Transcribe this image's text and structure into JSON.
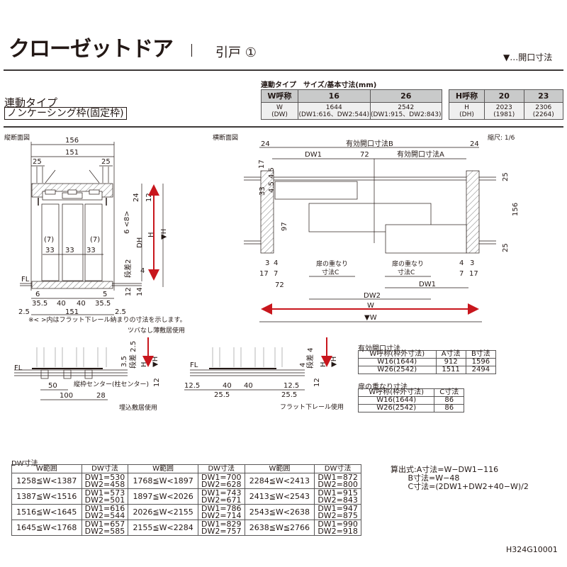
{
  "header": {
    "title": "クローゼットドア",
    "subtitle": "引戸 ①",
    "legend": "▼…開口寸法",
    "type_label": "連動タイプ",
    "frame_label": "ノンケーシング枠(固定枠)"
  },
  "size_table": {
    "caption": "連動タイプ　サイズ/基本寸法(mm)",
    "w": {
      "header": [
        "W呼称",
        "16",
        "26"
      ],
      "row_label": [
        "W",
        "(DW)"
      ],
      "values": [
        [
          "1644",
          "(DW1:616、DW2:544)"
        ],
        [
          "2542",
          "(DW1:915、DW2:843)"
        ]
      ]
    },
    "h": {
      "header": [
        "H呼称",
        "20",
        "23"
      ],
      "row_label": [
        "H",
        "(DH)"
      ],
      "values": [
        [
          "2023",
          "(1981)"
        ],
        [
          "2306",
          "(2264)"
        ]
      ]
    }
  },
  "vertical_section": {
    "title": "縦断面図",
    "dims": {
      "top_outer": "156",
      "top_inner": "151",
      "left_25": "25",
      "right_25": "25",
      "d24": "24",
      "d12": "12",
      "d6_8": "6 <8>",
      "dh": "DH",
      "h": "H",
      "vh": "▼H",
      "step": "段差2",
      "d4": "4",
      "p7a": "(7)",
      "p7b": "(7)",
      "t33a": "33",
      "t33b": "33",
      "t33c": "33",
      "fl": "FL",
      "b6": "6",
      "b5": "5",
      "b355a": "35.5",
      "b40a": "40",
      "b40b": "40",
      "b355b": "35.5",
      "b12": "12",
      "b14": "14",
      "w25a": "2.5",
      "w151": "151",
      "w25b": "2.5"
    },
    "note": "※< >内はフラット下レール納まりの寸法を示します。"
  },
  "horizontal_section": {
    "title": "横断面図",
    "scale": "縮尺: 1/6",
    "dims": {
      "l24": "24",
      "effB": "有効開口寸法B",
      "r24": "24",
      "dw1_top": "DW1",
      "d72_top": "72",
      "effA": "有効開口寸法A",
      "d17": "17",
      "d45a": "4.5",
      "d33": "33",
      "d45b": "4.5",
      "d97": "97",
      "r25a": "25",
      "r156": "156",
      "r25b": "25",
      "l3": "3",
      "l4": "4",
      "l17": "17",
      "l7": "7",
      "l72": "72",
      "ovl_a1": "扉の重なり",
      "ovl_a2": "寸法C",
      "ovl_b1": "扉の重なり",
      "ovl_b2": "寸法C",
      "dw1_bot": "DW1",
      "dw2": "DW2",
      "r4": "4",
      "r3": "3",
      "r7": "7",
      "r17": "17",
      "w": "W",
      "vw": "▼W"
    }
  },
  "sill_details": {
    "note_top": "ツバなし薄敷居使用",
    "left": {
      "fl": "FL",
      "d35": "3.5",
      "step": "段差 2.5",
      "h": "H",
      "vh": "▼H",
      "d12": "12",
      "d50": "50",
      "center": "縦枠センター(柱センター)",
      "d100": "100",
      "d28": "28",
      "caption": "埋込敷居使用"
    },
    "right": {
      "fl": "FL",
      "d4": "4",
      "step": "段差 4",
      "h": "H",
      "vh": "▼H",
      "d12": "12",
      "d125a": "12.5",
      "d40a": "40",
      "d40b": "40",
      "d125b": "12.5",
      "d255a": "25.5",
      "d255b": "25.5",
      "caption": "フラット下レール使用"
    }
  },
  "effective_opening": {
    "caption": "有効開口寸法",
    "headers": [
      "W呼称(枠外寸法)",
      "A寸法",
      "B寸法"
    ],
    "rows": [
      [
        "W16(1644)",
        "912",
        "1596"
      ],
      [
        "W26(2542)",
        "1511",
        "2494"
      ]
    ]
  },
  "door_overlap": {
    "caption": "扉の重なり寸法",
    "headers": [
      "W呼称(枠外寸法)",
      "C寸法"
    ],
    "rows": [
      [
        "W16(1644)",
        "86"
      ],
      [
        "W26(2542)",
        "86"
      ]
    ]
  },
  "dw_table": {
    "caption": "DW寸法",
    "headers": [
      "W範囲",
      "DW寸法",
      "W範囲",
      "DW寸法",
      "W範囲",
      "DW寸法"
    ],
    "rows": [
      [
        "1258≦W<1387",
        "DW1=530",
        "DW2=458",
        "1768≦W<1897",
        "DW1=700",
        "DW2=628",
        "2284≦W<2413",
        "DW1=872",
        "DW2=800"
      ],
      [
        "1387≦W<1516",
        "DW1=573",
        "DW2=501",
        "1897≦W<2026",
        "DW1=743",
        "DW2=671",
        "2413≦W<2543",
        "DW1=915",
        "DW2=843"
      ],
      [
        "1516≦W<1645",
        "DW1=616",
        "DW2=544",
        "2026≦W<2155",
        "DW1=786",
        "DW2=714",
        "2543≦W<2638",
        "DW1=947",
        "DW2=875"
      ],
      [
        "1645≦W<1768",
        "DW1=657",
        "DW2=585",
        "2155≦W<2284",
        "DW1=829",
        "DW2=757",
        "2638≦W≦2766",
        "DW1=990",
        "DW2=918"
      ]
    ]
  },
  "formula": {
    "line1": "算出式:A寸法=W−DW1−116",
    "line2": "       B寸法=W−48",
    "line3": "       C寸法=(2DW1+DW2+40−W)/2"
  },
  "code": "H324G10001",
  "colors": {
    "accent_red": "#c8161d",
    "line": "#231815",
    "header_gray": "#c9caca"
  }
}
